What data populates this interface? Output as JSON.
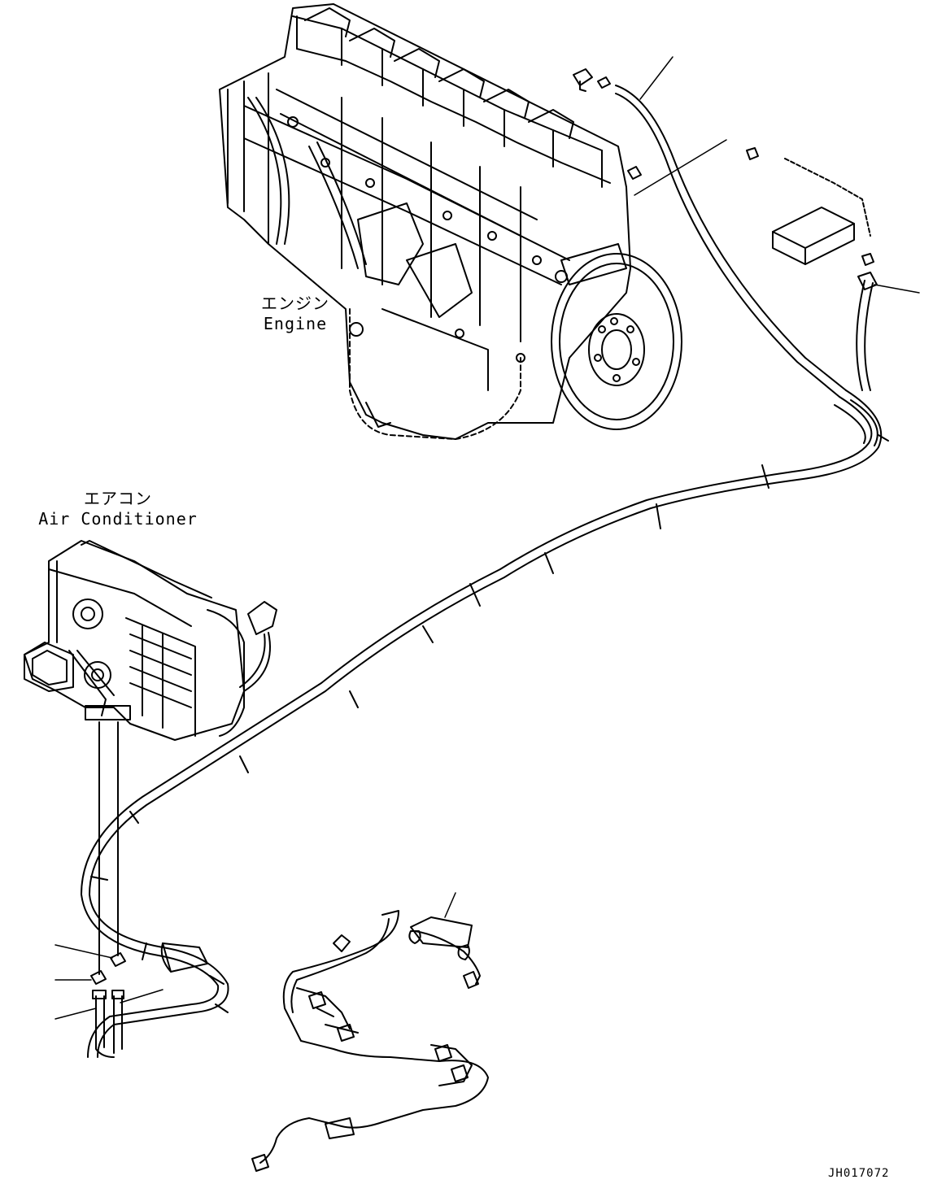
{
  "labels": {
    "engine_jp": "エンジン",
    "engine_en": "Engine",
    "ac_jp": "エアコン",
    "ac_en": "Air Conditioner"
  },
  "drawing_number": "JH017072",
  "colors": {
    "ink": "#000000",
    "paper": "#ffffff"
  }
}
